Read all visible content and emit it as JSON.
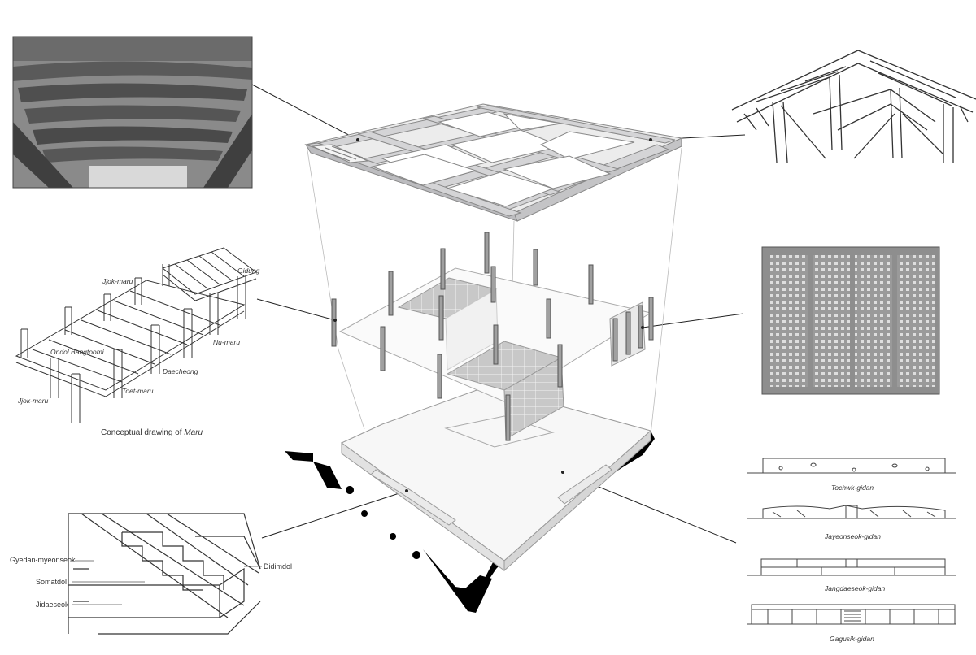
{
  "maru_labels": {
    "jjok_maru_top": "Jjok-maru",
    "gidung": "Gidung",
    "ondol_bangtoomi": "Ondol Bangtoomi",
    "nu_maru": "Nu-maru",
    "daecheong": "Daecheong",
    "toet_maru": "Toet-maru",
    "jjok_maru_bottom": "Jjok-maru",
    "caption_prefix": "Conceptual drawing of",
    "caption_term": "Maru"
  },
  "stair_labels": {
    "gyedan": "Gyedan-myeonseok",
    "somatdol": "Somatdol",
    "jidaeseok": "Jidaeseok",
    "didimdol": "Didimdol"
  },
  "gidan_labels": {
    "tochwk": "Tochwk-gidan",
    "jayeonseok": "Jayeonseok-gidan",
    "jangdaeseok": "Jangdaeseok-gidan",
    "gagusik": "Gagusik-gidan"
  },
  "colors": {
    "ink": "#333333",
    "beam": "#c6c6c8",
    "floor_tile": "#c8c8c8",
    "photo": "#7a7a7a",
    "panel": "#8e8e8e",
    "plan_black": "#000000"
  }
}
